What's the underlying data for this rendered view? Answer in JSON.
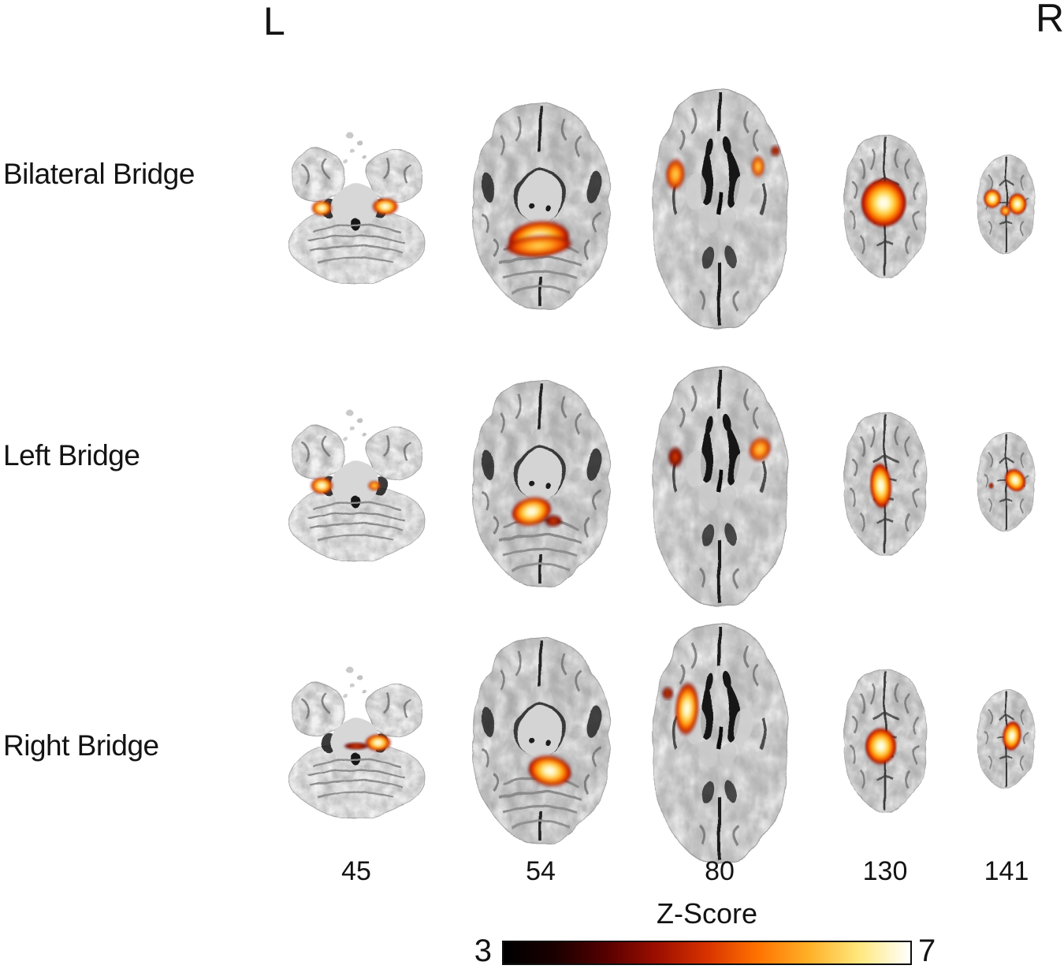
{
  "figure": {
    "orientation": {
      "left": "L",
      "right": "R"
    },
    "rows": [
      {
        "key": "bilateral",
        "label": "Bilateral Bridge",
        "slices": [
          {
            "number": "45",
            "variant": "A",
            "blobs": [
              {
                "x": 31,
                "y": 50,
                "rx": 5.5,
                "ry": 4.5,
                "rot": 0,
                "level": "bright"
              },
              {
                "x": 66,
                "y": 49,
                "rx": 7,
                "ry": 5,
                "rot": 0,
                "level": "bright"
              }
            ]
          },
          {
            "number": "54",
            "variant": "B",
            "blobs": [
              {
                "x": 49,
                "y": 63,
                "rx": 17,
                "ry": 7.5,
                "rot": -4,
                "level": "bright"
              },
              {
                "x": 49,
                "y": 66,
                "rx": 19,
                "ry": 4.5,
                "rot": -3,
                "level": "mid"
              }
            ]
          },
          {
            "number": "80",
            "variant": "C",
            "blobs": [
              {
                "x": 27,
                "y": 37,
                "rx": 5,
                "ry": 6,
                "rot": 10,
                "level": "mid"
              },
              {
                "x": 70,
                "y": 34,
                "rx": 3.5,
                "ry": 4,
                "rot": 0,
                "level": "mid"
              },
              {
                "x": 79,
                "y": 28,
                "rx": 2.5,
                "ry": 2,
                "rot": 0,
                "level": "dark"
              }
            ]
          },
          {
            "number": "130",
            "variant": "D",
            "blobs": [
              {
                "x": 49,
                "y": 47,
                "rx": 16,
                "ry": 14,
                "rot": 0,
                "level": "bright"
              }
            ]
          },
          {
            "number": "141",
            "variant": "E",
            "blobs": [
              {
                "x": 37,
                "y": 43,
                "rx": 8,
                "ry": 7,
                "rot": 0,
                "level": "bright"
              },
              {
                "x": 60,
                "y": 47,
                "rx": 8.5,
                "ry": 8,
                "rot": 0,
                "level": "bright"
              },
              {
                "x": 49,
                "y": 52,
                "rx": 5,
                "ry": 4,
                "rot": 0,
                "level": "mid"
              }
            ]
          }
        ]
      },
      {
        "key": "left",
        "label": "Left Bridge",
        "slices": [
          {
            "number": "45",
            "variant": "A",
            "blobs": [
              {
                "x": 31,
                "y": 50,
                "rx": 6,
                "ry": 5,
                "rot": 0,
                "level": "bright"
              },
              {
                "x": 60,
                "y": 50,
                "rx": 3.5,
                "ry": 3,
                "rot": 0,
                "level": "mid"
              }
            ]
          },
          {
            "number": "54",
            "variant": "B",
            "blobs": [
              {
                "x": 45,
                "y": 61,
                "rx": 11,
                "ry": 6,
                "rot": -8,
                "level": "bright"
              },
              {
                "x": 57,
                "y": 65,
                "rx": 5,
                "ry": 2.5,
                "rot": 0,
                "level": "dark"
              }
            ]
          },
          {
            "number": "80",
            "variant": "C",
            "blobs": [
              {
                "x": 27,
                "y": 39,
                "rx": 4,
                "ry": 4,
                "rot": 0,
                "level": "dark"
              },
              {
                "x": 71,
                "y": 36,
                "rx": 6,
                "ry": 4.5,
                "rot": -15,
                "level": "mid"
              }
            ]
          },
          {
            "number": "130",
            "variant": "D",
            "blobs": [
              {
                "x": 47,
                "y": 50,
                "rx": 7.5,
                "ry": 13,
                "rot": -5,
                "level": "bright"
              }
            ]
          },
          {
            "number": "141",
            "variant": "E",
            "blobs": [
              {
                "x": 58,
                "y": 46,
                "rx": 10,
                "ry": 8,
                "rot": 25,
                "level": "bright"
              },
              {
                "x": 36,
                "y": 50,
                "rx": 2.2,
                "ry": 2.2,
                "rot": 0,
                "level": "dark"
              }
            ]
          }
        ]
      },
      {
        "key": "right",
        "label": "Right Bridge",
        "slices": [
          {
            "number": "45",
            "variant": "A",
            "blobs": [
              {
                "x": 62,
                "y": 50,
                "rx": 7,
                "ry": 5,
                "rot": 0,
                "level": "bright"
              },
              {
                "x": 50,
                "y": 52,
                "rx": 7,
                "ry": 2.2,
                "rot": 0,
                "level": "dark"
              }
            ]
          },
          {
            "number": "54",
            "variant": "B",
            "blobs": [
              {
                "x": 55,
                "y": 62,
                "rx": 12,
                "ry": 6.5,
                "rot": 6,
                "level": "bright"
              }
            ]
          },
          {
            "number": "80",
            "variant": "C",
            "blobs": [
              {
                "x": 33,
                "y": 37,
                "rx": 6,
                "ry": 10,
                "rot": 6,
                "level": "bright"
              },
              {
                "x": 23,
                "y": 31,
                "rx": 3,
                "ry": 2.4,
                "rot": 0,
                "level": "dark"
              }
            ]
          },
          {
            "number": "130",
            "variant": "D",
            "blobs": [
              {
                "x": 47,
                "y": 52,
                "rx": 11,
                "ry": 10.5,
                "rot": 0,
                "level": "bright"
              }
            ]
          },
          {
            "number": "141",
            "variant": "E",
            "blobs": [
              {
                "x": 55,
                "y": 45,
                "rx": 8.5,
                "ry": 11,
                "rot": 12,
                "level": "bright"
              }
            ]
          }
        ]
      }
    ],
    "slice_numbers": [
      "45",
      "54",
      "80",
      "130",
      "141"
    ],
    "colorbar": {
      "label": "Z-Score",
      "min": "3",
      "max": "7",
      "colors": [
        "#000000",
        "#1a0000",
        "#550000",
        "#9b0e00",
        "#d83200",
        "#ff7300",
        "#ffb027",
        "#ffe87e",
        "#ffffff"
      ]
    },
    "activation_colors": {
      "low": "#6e0600",
      "mid": "#ff7300",
      "high": "#ffffff"
    }
  }
}
